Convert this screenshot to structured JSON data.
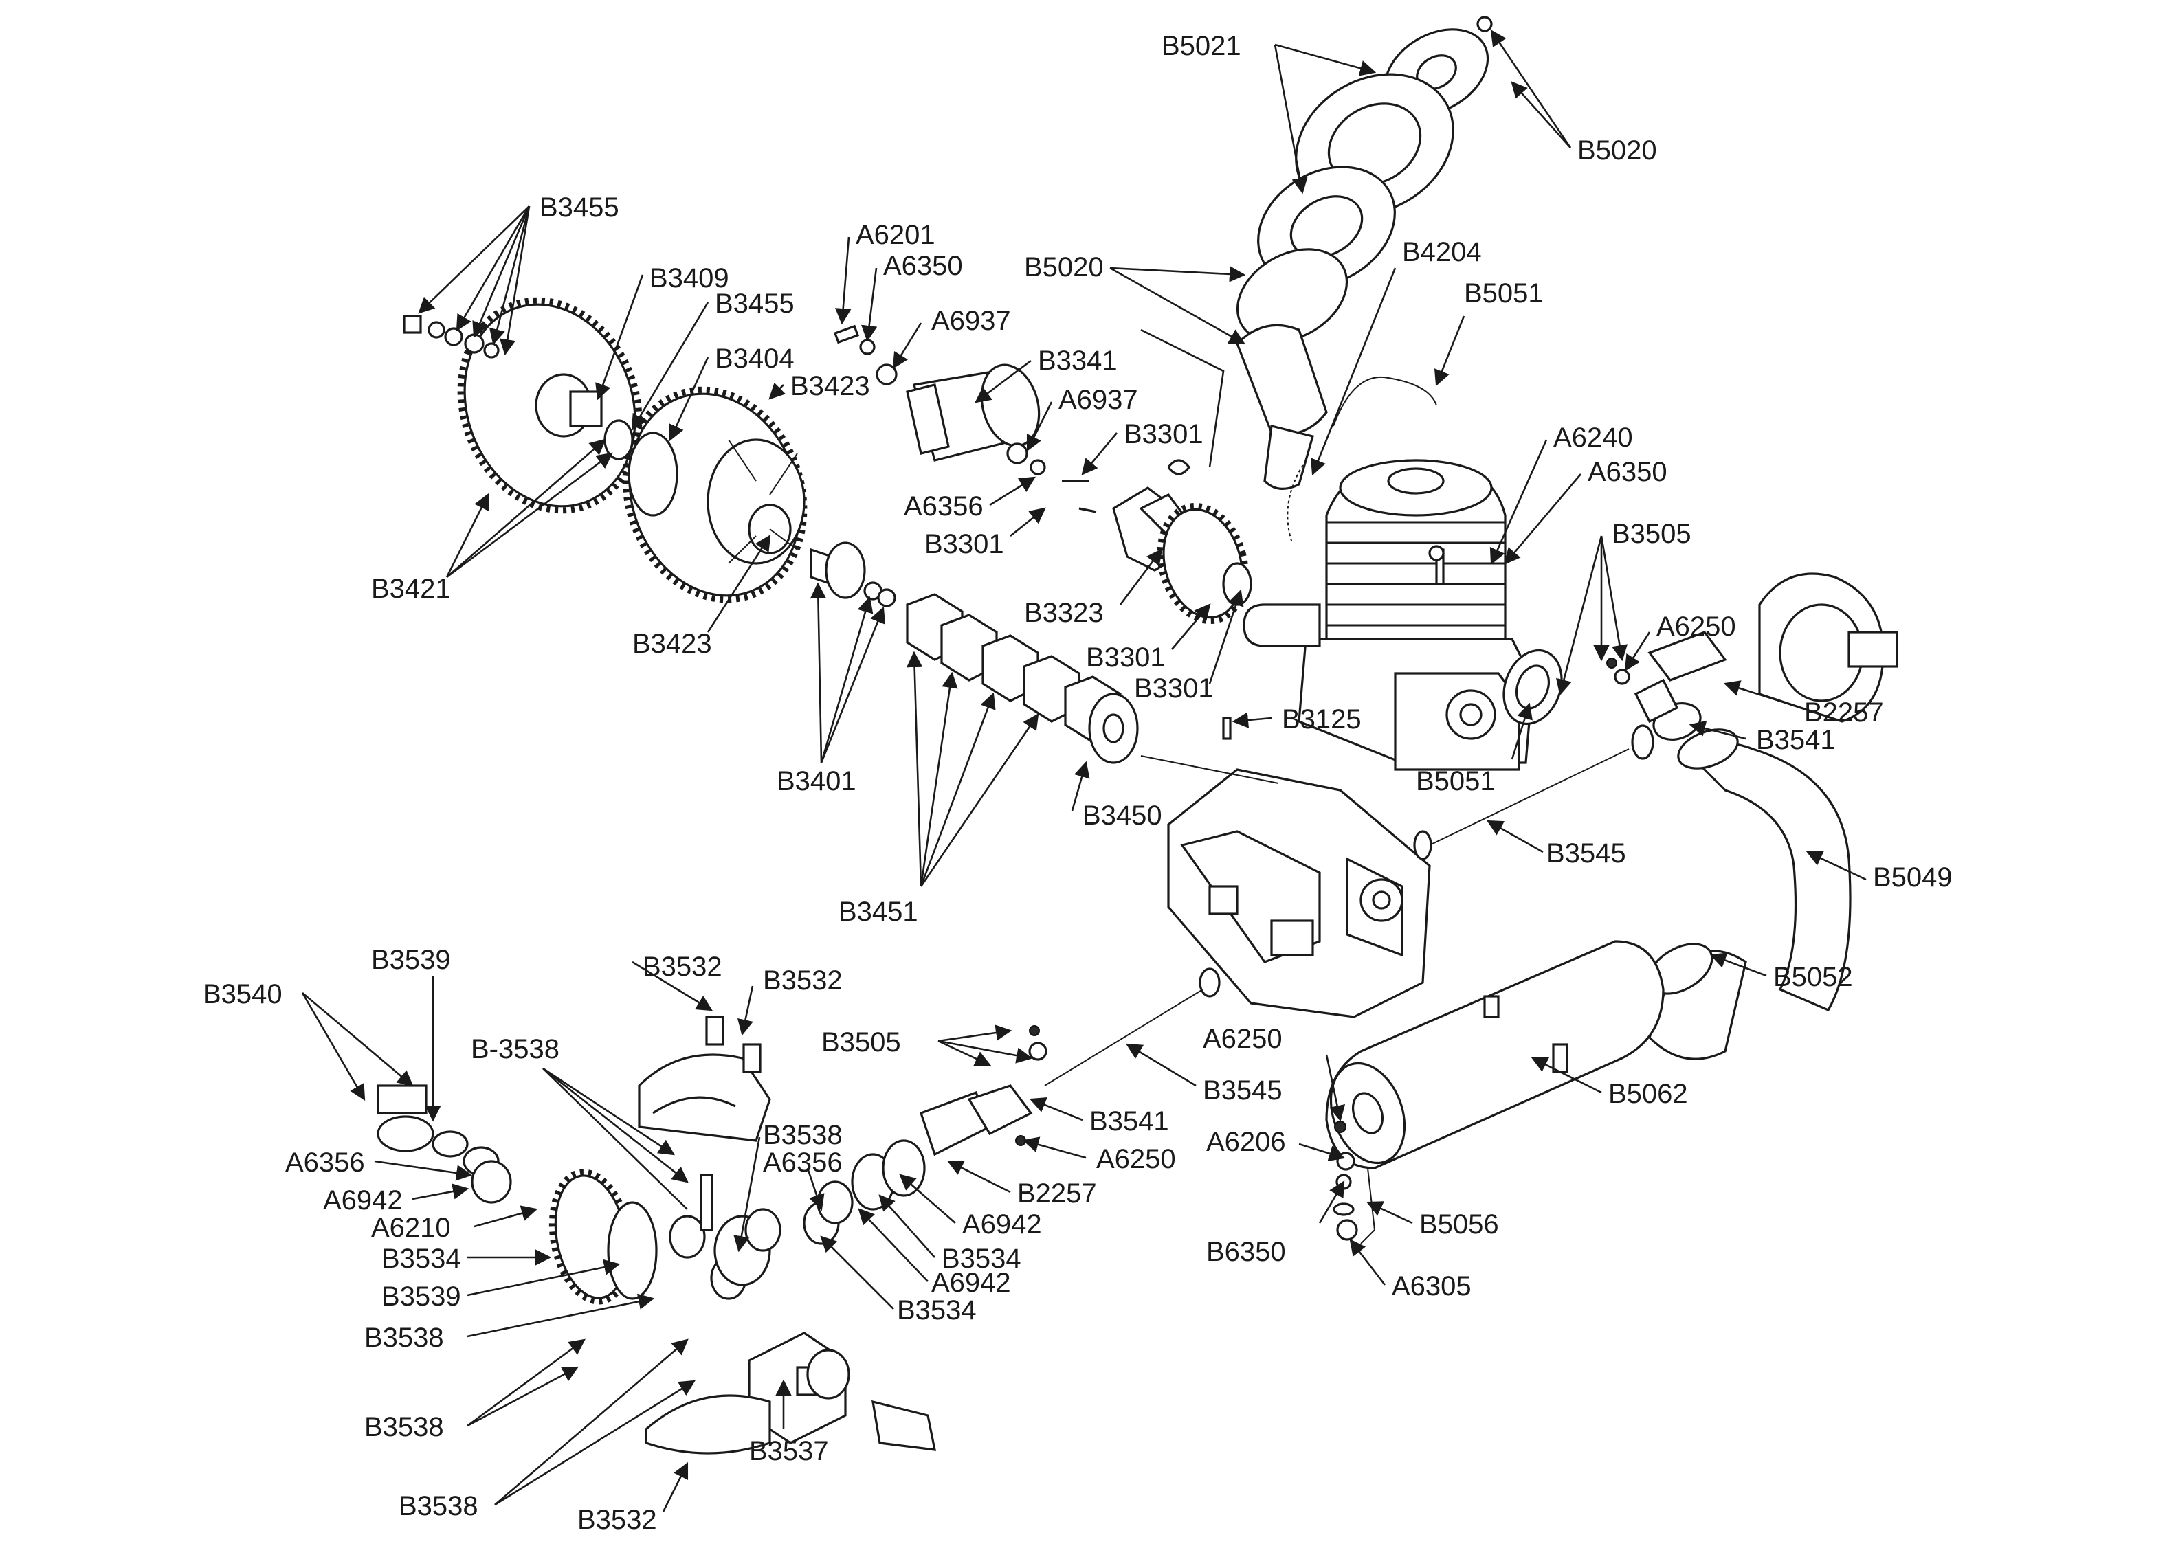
{
  "labels": {
    "b5021": "B5021",
    "b5020_top": "B5020",
    "b5020_mid": "B5020",
    "b4204": "B4204",
    "b5051_top": "B5051",
    "b3455_top": "B3455",
    "b3409": "B3409",
    "b3455_mid": "B3455",
    "b3404": "B3404",
    "b3423_top": "B3423",
    "b3421": "B3421",
    "b3423_bot": "B3423",
    "a6201": "A6201",
    "a6350_top": "A6350",
    "a6937_a": "A6937",
    "b3341": "B3341",
    "a6937_b": "A6937",
    "b3301_a": "B3301",
    "a6356_top": "A6356",
    "b3301_b": "B3301",
    "b3323": "B3323",
    "b3301_c": "B3301",
    "b3301_d": "B3301",
    "a6240": "A6240",
    "a6350_right": "A6350",
    "b3505_top": "B3505",
    "a6250_top": "A6250",
    "b2257_top": "B2257",
    "b3541_top": "B3541",
    "b3125": "B3125",
    "b5051_bot": "B5051",
    "b3401": "B3401",
    "b3450": "B3450",
    "b3451": "B3451",
    "b3545_top": "B3545",
    "b5049": "B5049",
    "b5052": "B5052",
    "b3540": "B3540",
    "b3539_top": "B3539",
    "b3532_a": "B3532",
    "b3532_b": "B3532",
    "b_3538": "B-3538",
    "b3505_bot": "B3505",
    "a6250_mid": "A6250",
    "b3545_bot": "B3545",
    "b5062": "B5062",
    "b3538_a": "B3538",
    "a6356_a": "A6356",
    "a6356_b": "A6356",
    "a6942_a": "A6942",
    "a6210": "A6210",
    "b3534_a": "B3534",
    "b3539_bot": "B3539",
    "b3538_b": "B3538",
    "b3538_c": "B3538",
    "b3538_d": "B3538",
    "b3532_c": "B3532",
    "b3537": "B3537",
    "b3541_bot": "B3541",
    "a6250_bot": "A6250",
    "b2257_bot": "B2257",
    "a6942_b": "A6942",
    "b3534_b": "B3534",
    "a6942_c": "A6942",
    "b3534_c": "B3534",
    "a6206": "A6206",
    "b6350": "B6350",
    "b5056": "B5056",
    "a6305": "A6305"
  }
}
